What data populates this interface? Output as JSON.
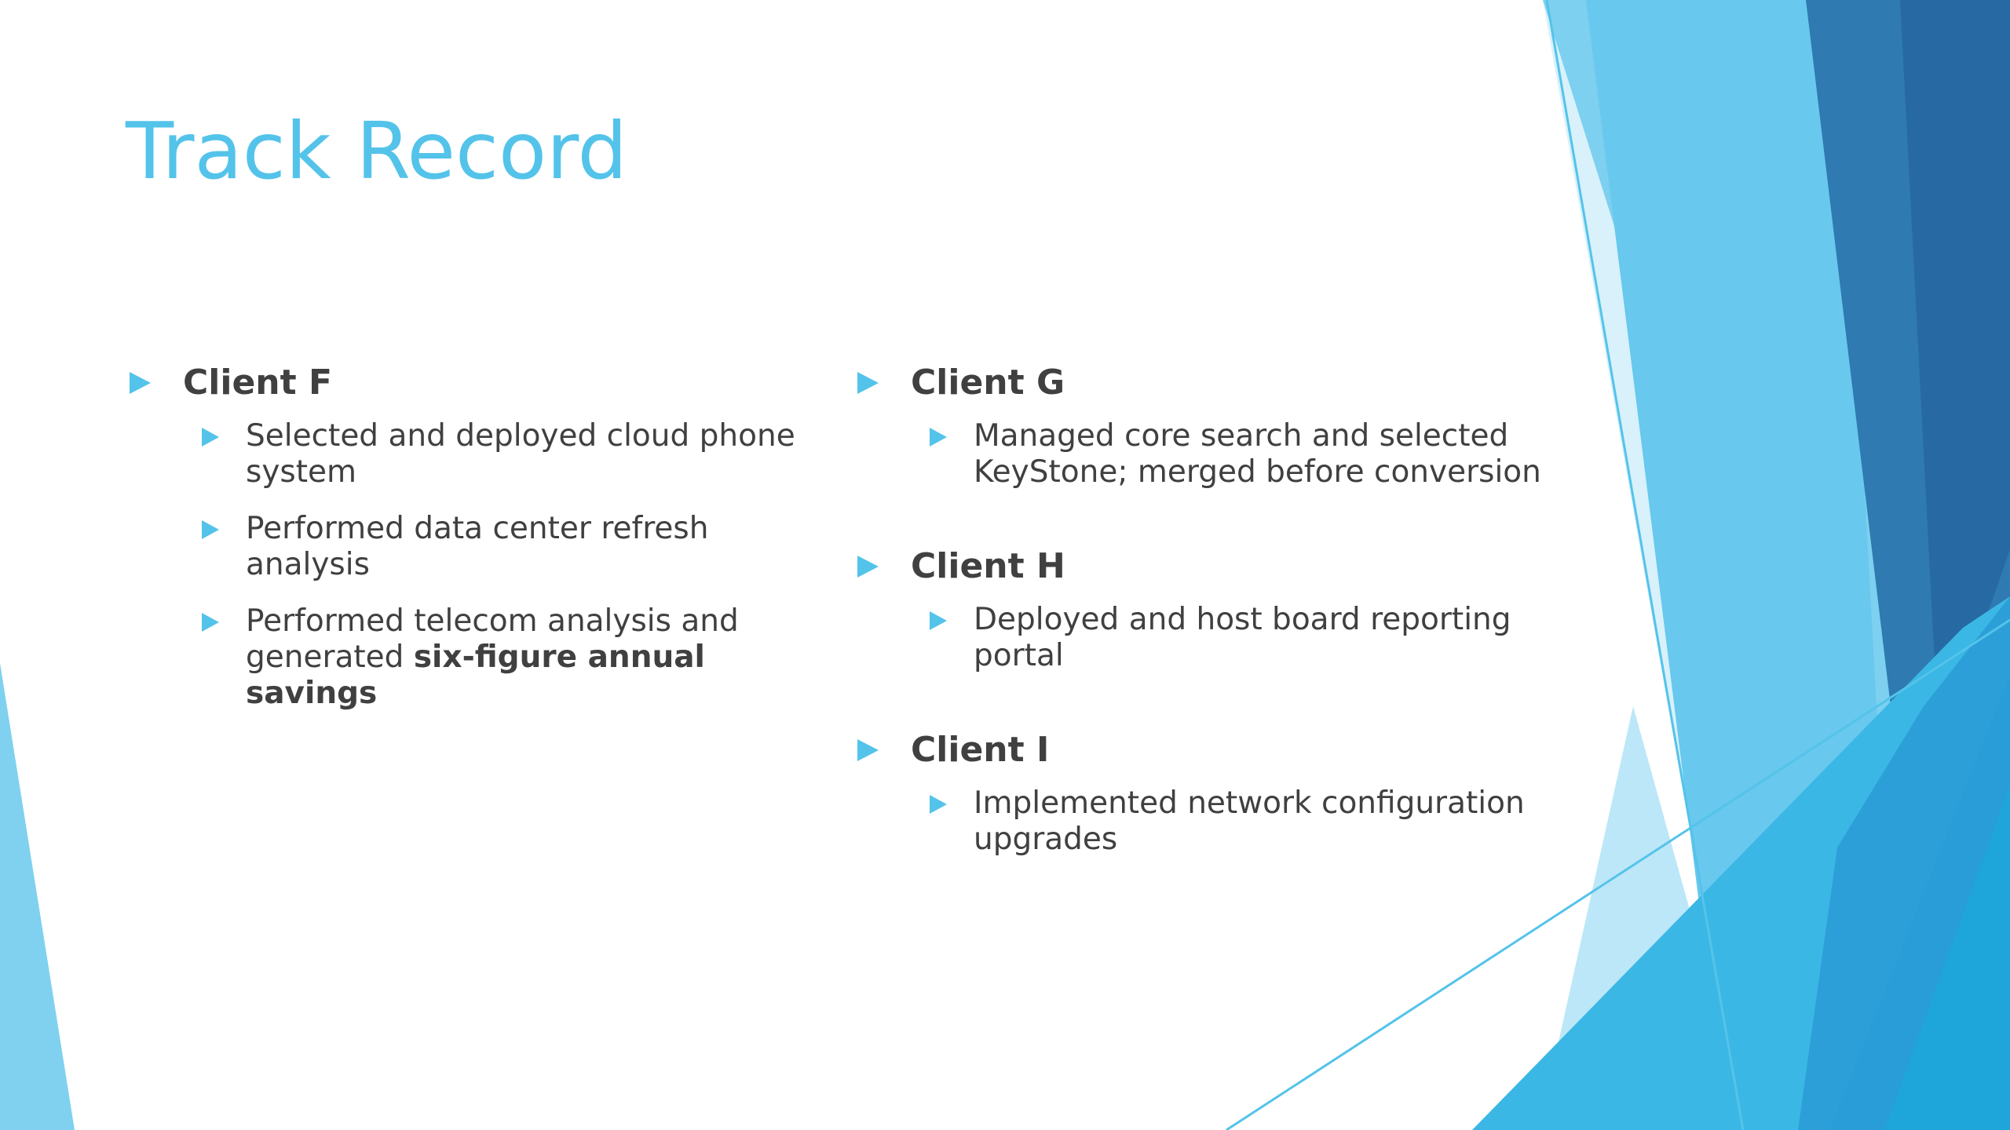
{
  "slide": {
    "title": "Track Record",
    "accent_color": "#54c3ea",
    "text_color": "#404040",
    "left_column": [
      {
        "client": "Client F",
        "items": [
          {
            "text": "Selected and deployed cloud phone system"
          },
          {
            "text": "Performed data center refresh analysis"
          },
          {
            "text": "Performed telecom analysis and generated ",
            "bold": "six-figure annual savings"
          }
        ]
      }
    ],
    "right_column": [
      {
        "client": "Client G",
        "items": [
          {
            "text": "Managed core search and selected KeyStone; merged before conversion"
          }
        ]
      },
      {
        "client": "Client H",
        "items": [
          {
            "text": "Deployed and host board reporting portal"
          }
        ]
      },
      {
        "client": "Client I",
        "items": [
          {
            "text": "Implemented network configuration upgrades"
          }
        ]
      }
    ]
  }
}
